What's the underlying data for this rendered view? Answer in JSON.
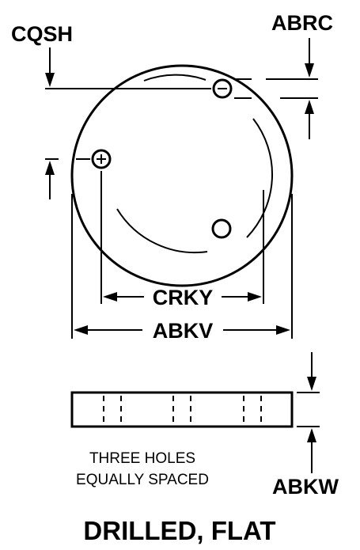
{
  "labels": {
    "cqsh": "CQSH",
    "abrc": "ABRC",
    "crky": "CRKY",
    "abkv": "ABKV",
    "abkw": "ABKW"
  },
  "note": {
    "line1": "THREE HOLES",
    "line2": "EQUALLY SPACED"
  },
  "title": "DRILLED, FLAT"
}
